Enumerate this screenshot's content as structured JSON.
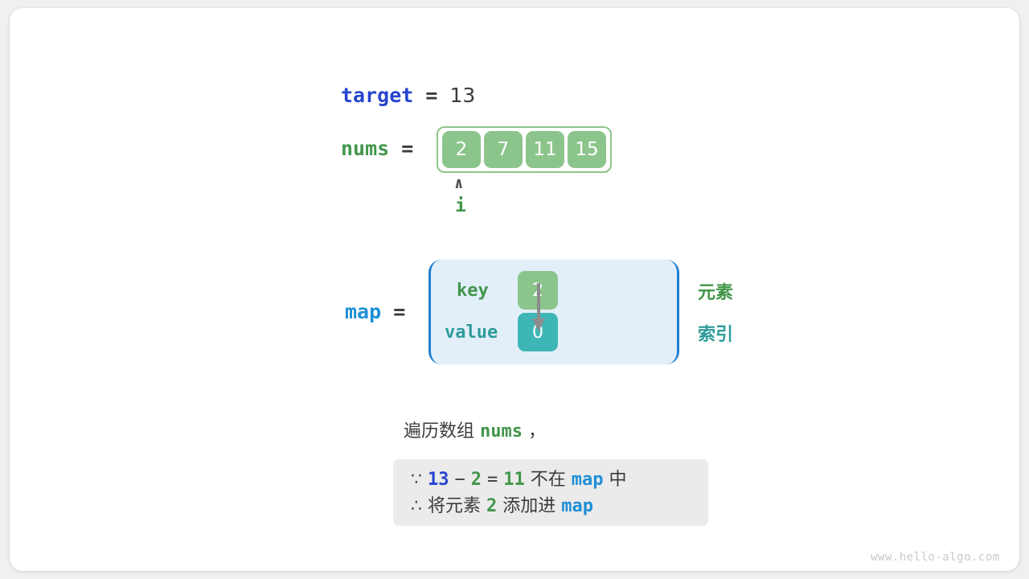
{
  "target": {
    "name": "target",
    "equals": "=",
    "value": "13"
  },
  "nums": {
    "name": "nums",
    "equals": "=",
    "cells": [
      "2",
      "7",
      "11",
      "15"
    ],
    "pointer": {
      "caret": "∧",
      "label": "i",
      "index": 0
    }
  },
  "map": {
    "name": "map",
    "equals": "=",
    "key_label": "key",
    "value_label": "value",
    "key_cell": "2",
    "value_cell": "0",
    "legend_element": "元素",
    "legend_index": "索引"
  },
  "caption": {
    "prefix": "遍历数组",
    "code": "nums",
    "suffix": "，"
  },
  "note": {
    "line1": {
      "because": "∵",
      "a": "13",
      "minus": "−",
      "b": "2",
      "eq": "=",
      "result": "11",
      "text_mid": "不在",
      "map": "map",
      "text_end": "中"
    },
    "line2": {
      "therefore": "∴",
      "text_start": "将元素",
      "value": "2",
      "text_mid": "添加进",
      "map": "map"
    }
  },
  "watermark": "www.hello-algo.com",
  "colors": {
    "target_blue": "#2744cf",
    "map_blue": "#1f8fd6",
    "green": "#41964a",
    "cell_green": "#8cc58c",
    "teal": "#3fb6b6",
    "teal_text": "#2f9c9c",
    "map_box_bg": "#e2eff9",
    "map_box_border": "#1f7fd0",
    "note_bg": "#ebebeb",
    "text_dark": "#3b3b3b",
    "watermark": "#c9c9c9"
  }
}
